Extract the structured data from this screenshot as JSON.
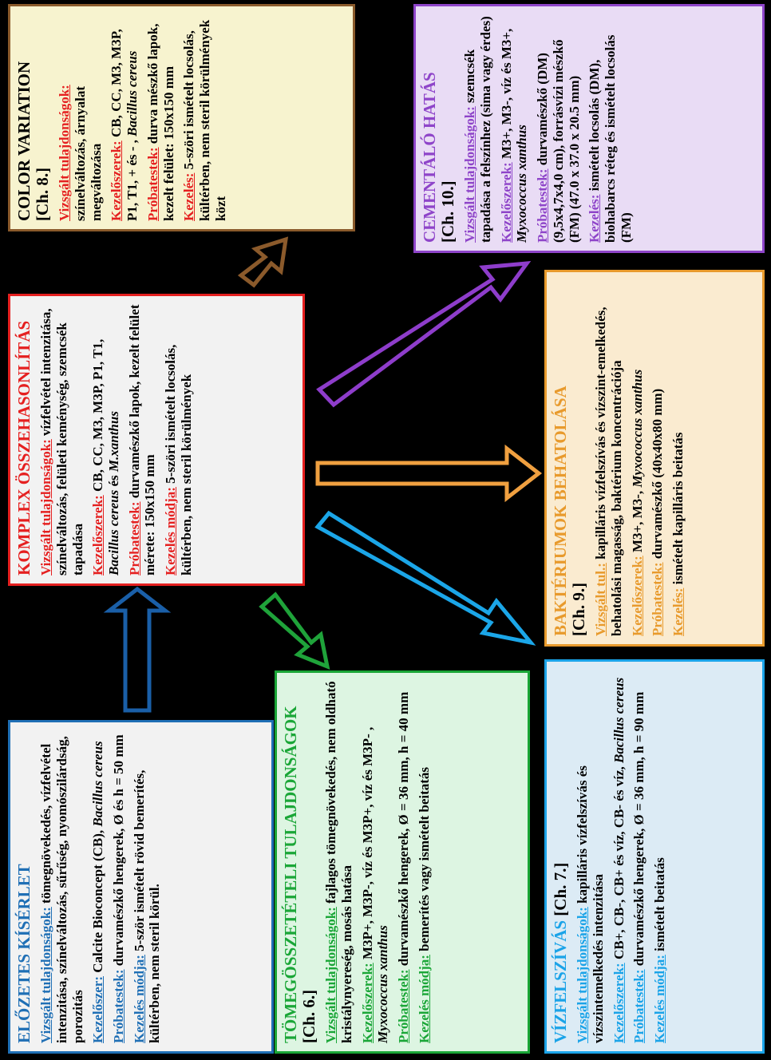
{
  "colors": {
    "elozetes": "#1f6fb5",
    "tomeg": "#1aa637",
    "komplex": "#e52020",
    "color": "#8a5a2b",
    "cement": "#8e44c9",
    "bakt": "#e89a2c",
    "viz": "#1aa3e8",
    "arrow_up": "#1a5fa8",
    "arrow_green": "#1fa33a",
    "arrow_brown": "#8b5a2b",
    "arrow_purple": "#8e3dcb",
    "arrow_orange": "#f0a040",
    "arrow_cyan": "#1ba6e8"
  },
  "elozetes": {
    "title": "ELŐZETES KÍSÉRLET",
    "l1": "Vizsgált tulajdonságok:",
    "t1": " tömegnövekedés, vízfelvétel intenzitása, színelváltozás, sűrűség, nyomószilárdság, porozitás",
    "l2": "Kezelőszer:",
    "t2a": " Calcite Bioconcept (CB), ",
    "t2i": "Bacillus cereus",
    "l3": "Próbatestek:",
    "t3": " durvamészkő hengerek, Ø és h = 50 mm",
    "l4": "Kezelés módja:",
    "t4": " 5-ször ismételt rövid bemerítés, kültérben, nem steril körül."
  },
  "tomeg": {
    "title": "TÖMEGÖSSZETÉTELI TULAJDONSÁGOK",
    "ch": " [Ch. 6.]",
    "l1": "Vizsgált tulajdonságok:",
    "t1": " fajlagos tömegnövekedés, nem oldható kristálynyereség, mosás hatása",
    "l2": "Kezelőszerek:",
    "t2a": " M3P+, M3P-, víz és M3P+, víz és M3P- , ",
    "t2i": "Myxococcus xanthus",
    "l3": "Próbatestek:",
    "t3": " durvamészkő hengerek, Ø = 36 mm, h = 40 mm",
    "l4": "Kezelés módja:",
    "t4": " bemerítés vagy ismételt beitatás"
  },
  "komplex": {
    "title": "KOMPLEX ÖSSZEHASONLÍTÁS",
    "l1": "Vizsgált tulajdonságok:",
    "t1": " vízfelvétel intenzitása, színelváltozás, felületi keménység, szemcsék tapadása",
    "l2": "Kezelőszerek:",
    "t2a": " CB, CC, M3, M3P, P1, T1, ",
    "t2i": "Bacillus cereus",
    "t2b": " és ",
    "t2i2": "M.xanthus",
    "l3": "Próbatestek:",
    "t3": " durvamészkő lapok, kezelt felület mérete: 150x150 mm",
    "l4": "Kezelés módja:",
    "t4": " 5-szöri ismételt locsolás, kültérben, nem steril körülmények"
  },
  "color": {
    "title": "COLOR VARIATION",
    "ch": "[Ch. 8.]",
    "l1": "Vizsgált tulajdonságok:",
    "t1": " színelváltozás, árnyalat megváltozása",
    "l2": "Kezelőszerek:",
    "t2a": " CB, CC, M3, M3P, P1, T1, + és - , ",
    "t2i": "Bacillus cereus",
    "l3": "Próbatestek:",
    "t3": " durva mészkő lapok, kezelt felület: 150x150 mm",
    "l4": "Kezelés:",
    "t4": " 5-szöri ismételt locsolás, kültérben, nem steril körülmények közt"
  },
  "cement": {
    "title": "CEMENTÁLÓ HATÁS",
    "ch": "[Ch. 10.]",
    "l1": "Vizsgált tulajdonságok:",
    "t1": " szemcsék tapadása a felszínhez (sima vagy érdes)",
    "l2": "Kezelőszerek:",
    "t2a": " M3+, M3-, víz és M3+, ",
    "t2i": "Myxococcus xanthus",
    "l3": "Próbatestek:",
    "t3": " durvamészkő (DM) (9,5x4,7x4,0 cm), forrásvízi mészkő (FM) (47.0 x 37.0 x 20.5 mm)",
    "l4": "Kezelés:",
    "t4": " ismételt locsolás (DM), biohabarcs réteg és ismételt locsolás (FM)"
  },
  "bakt": {
    "title": "BAKTÉRIUMOK BEHATOLÁSA",
    "ch": "[Ch. 9.]",
    "l1": "Vizsgált tul.:",
    "t1": " kapilláris vízfelszívás és vízszint-emelkedés, behatolási magasság, baktérium koncentrációja",
    "l2": "Kezelőszerek:",
    "t2a": " M3+, M3-, ",
    "t2i": "Myxococcus xanthus",
    "l3": "Próbatestek:",
    "t3": " durvamészkő (40x40x80 mm)",
    "l4": "Kezelés:",
    "t4": " ismételt kapilláris beitatás"
  },
  "viz": {
    "title": "VÍZFELSZÍVÁS",
    "ch": " [Ch. 7.]",
    "l1": "Vizsgált tulajdonságok:",
    "t1": " kapilláris vízfelszívás és vízszintemelkedés intenzitása",
    "l2": "Kezelőszerek:",
    "t2a": " CB+, CB-, CB+ és víz, CB- és víz, ",
    "t2i": "Bacillus cereus",
    "l3": "Próbatestek:",
    "t3": " durvamészkő hengerek, Ø = 36 mm, h = 90 mm",
    "l4": "Kezelés módja:",
    "t4": " ismételt beitatás"
  }
}
